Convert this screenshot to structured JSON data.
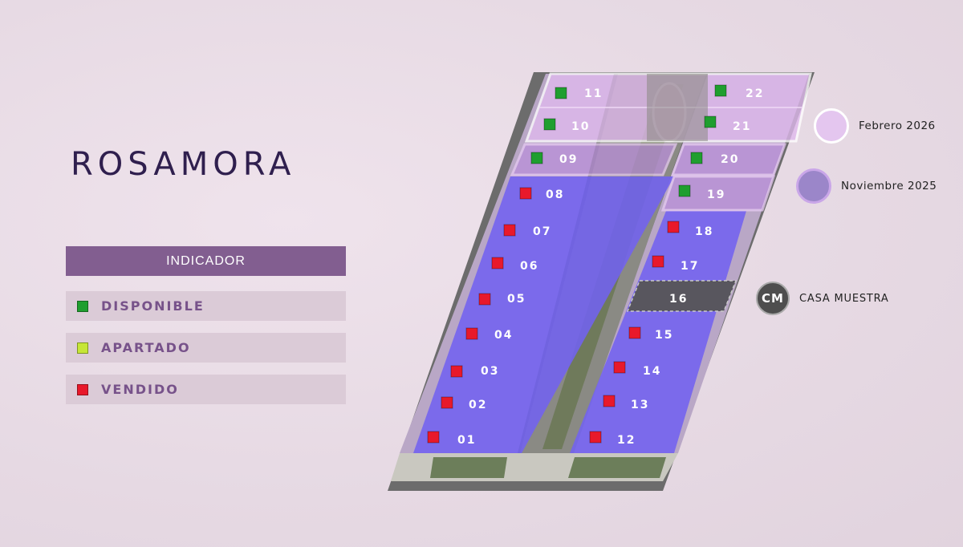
{
  "brand": {
    "name": "ROSAMORA"
  },
  "legend": {
    "title": "INDICADOR",
    "items": [
      {
        "label": "DISPONIBLE",
        "color": "#1f9e2f"
      },
      {
        "label": "APARTADO",
        "color": "#c6e637"
      },
      {
        "label": "VENDIDO",
        "color": "#e8192b"
      }
    ]
  },
  "phases": [
    {
      "label": "Febrero 2026",
      "color": "#e4c6ef"
    },
    {
      "label": "Noviembre 2025",
      "color": "#9b86c9"
    }
  ],
  "casa_muestra": {
    "badge": "CM",
    "label": "CASA MUESTRA"
  },
  "status_colors": {
    "disponible": "#1f9e2f",
    "apartado": "#c6e637",
    "vendido": "#e8192b"
  },
  "lots": [
    {
      "number": "01",
      "status": "vendido"
    },
    {
      "number": "02",
      "status": "vendido"
    },
    {
      "number": "03",
      "status": "vendido"
    },
    {
      "number": "04",
      "status": "vendido"
    },
    {
      "number": "05",
      "status": "vendido"
    },
    {
      "number": "06",
      "status": "vendido"
    },
    {
      "number": "07",
      "status": "vendido"
    },
    {
      "number": "08",
      "status": "vendido"
    },
    {
      "number": "09",
      "status": "disponible"
    },
    {
      "number": "10",
      "status": "disponible"
    },
    {
      "number": "11",
      "status": "disponible"
    },
    {
      "number": "12",
      "status": "vendido"
    },
    {
      "number": "13",
      "status": "vendido"
    },
    {
      "number": "14",
      "status": "vendido"
    },
    {
      "number": "15",
      "status": "vendido"
    },
    {
      "number": "16",
      "status": "casa_muestra"
    },
    {
      "number": "17",
      "status": "vendido"
    },
    {
      "number": "18",
      "status": "vendido"
    },
    {
      "number": "19",
      "status": "disponible"
    },
    {
      "number": "20",
      "status": "disponible"
    },
    {
      "number": "21",
      "status": "disponible"
    },
    {
      "number": "22",
      "status": "disponible"
    }
  ]
}
